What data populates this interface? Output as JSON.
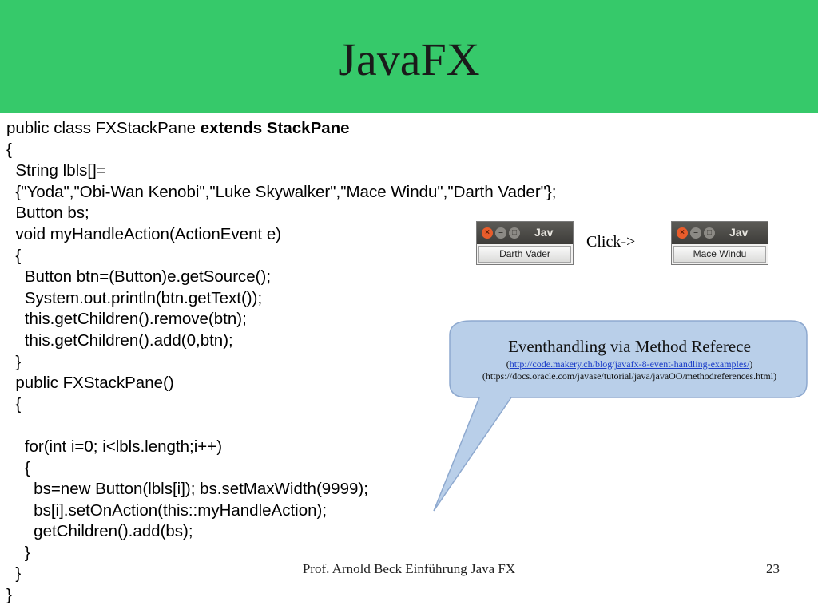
{
  "slide": {
    "title": "JavaFX",
    "title_bar_color": "#36c96a"
  },
  "code_lines": [
    {
      "text": "public class FXStackPane ",
      "bold": "extends StackPane"
    },
    {
      "text": "{"
    },
    {
      "text": "  String lbls[]="
    },
    {
      "text": "  {\"Yoda\",\"Obi-Wan Kenobi\",\"Luke Skywalker\",\"Mace Windu\",\"Darth Vader\"};"
    },
    {
      "text": "  Button bs;"
    },
    {
      "text": "  void myHandleAction(ActionEvent e)"
    },
    {
      "text": "  {"
    },
    {
      "text": "    Button btn=(Button)e.getSource();"
    },
    {
      "text": "    System.out.println(btn.getText());"
    },
    {
      "text": "    this.getChildren().remove(btn);"
    },
    {
      "text": "    this.getChildren().add(0,btn);"
    },
    {
      "text": "  }"
    },
    {
      "text": "  public FXStackPane()"
    },
    {
      "text": "  {"
    },
    {
      "text": ""
    },
    {
      "text": "    for(int i=0; i<lbls.length;i++)"
    },
    {
      "text": "    {"
    },
    {
      "text": "      bs=new Button(lbls[i]); bs.setMaxWidth(9999);"
    },
    {
      "text": "      bs[i].setOnAction(this::myHandleAction);"
    },
    {
      "text": "      getChildren().add(bs);"
    },
    {
      "text": "    }"
    },
    {
      "text": "  }"
    },
    {
      "text": "}"
    }
  ],
  "demo": {
    "window_title": "Jav",
    "before_button": "Darth Vader",
    "after_button": "Mace Windu",
    "click_label": "Click->",
    "close_glyph": "×",
    "min_glyph": "–",
    "max_glyph": "□"
  },
  "callout": {
    "title": "Eventhandling via Method Referece",
    "link1_text": "http://code.makery.ch/blog/javafx-8-event-handling-examples/",
    "link2_text": "(https://docs.oracle.com/javase/tutorial/java/javaOO/methodreferences.html)",
    "paren_open": "(",
    "paren_close": ")",
    "fill_color": "#b9cfe9",
    "stroke_color": "#8ea9cf"
  },
  "footer": {
    "text": "Prof. Arnold Beck Einführung Java FX",
    "page_number": "23"
  }
}
